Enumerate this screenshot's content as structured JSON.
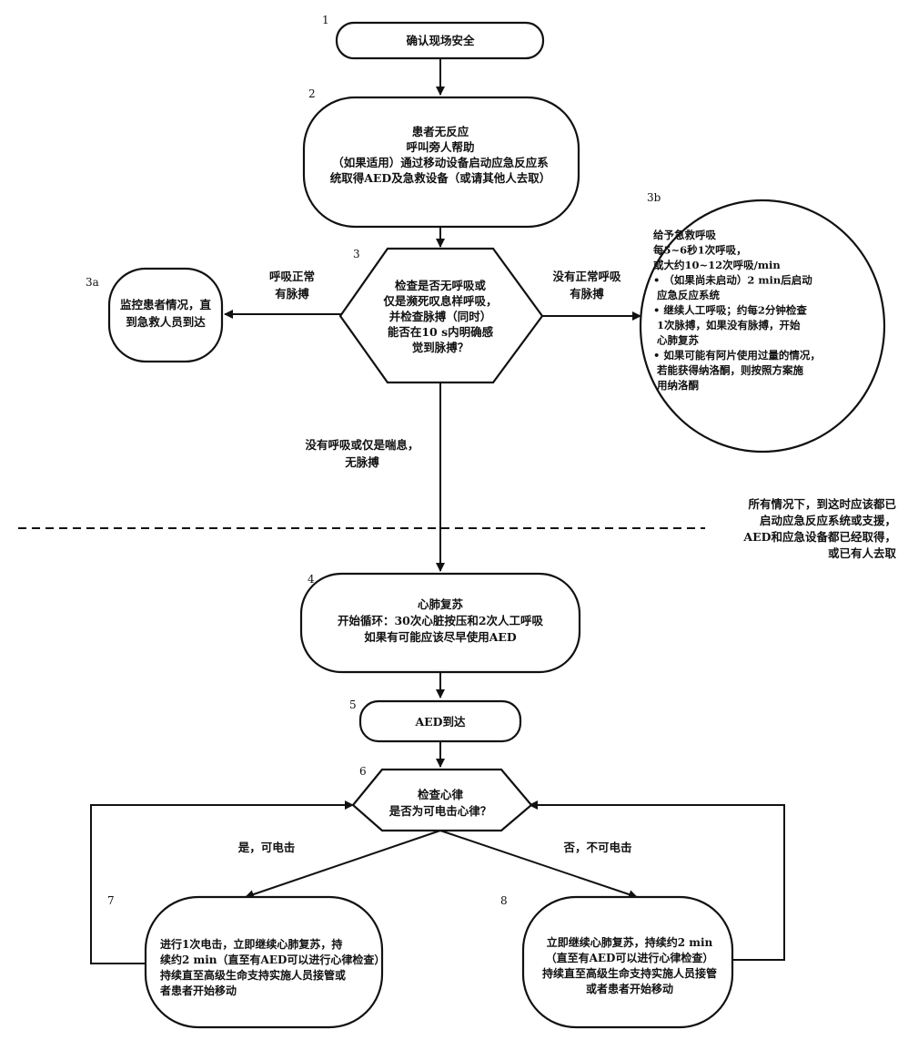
{
  "nodes": {
    "n1": {
      "num": "1",
      "lines": [
        "确认现场安全"
      ]
    },
    "n2": {
      "num": "2",
      "lines": [
        "患者无反应",
        "呼叫旁人帮助",
        "（如果适用）通过移动设备启动应急反应系",
        "统取得AED及急救设备（或请其他人去取）"
      ]
    },
    "n3": {
      "num": "3",
      "lines": [
        "检查是否无呼吸或",
        "仅是濒死叹息样呼吸，",
        "并检查脉搏（同时）",
        "能否在10 s内明确感",
        "觉到脉搏？"
      ]
    },
    "n3a": {
      "num": "3a",
      "lines": [
        "监控患者情况，直",
        "到急救人员到达"
      ]
    },
    "n3b": {
      "num": "3b",
      "lines": [
        "给予急救呼吸",
        "每5~6秒1次呼吸，",
        "或大约10~12次呼吸/min",
        "• （如果尚未启动）2 min后启动",
        "  应急反应系统",
        "• 继续人工呼吸；约每2分钟检查",
        "  1次脉搏，如果没有脉搏，开始",
        "  心肺复苏",
        "• 如果可能有阿片使用过量的情况，",
        "  若能获得纳洛酮，则按照方案施",
        "  用纳洛酮"
      ]
    },
    "n4": {
      "num": "4",
      "lines": [
        "心肺复苏",
        "开始循环：30次心脏按压和2次人工呼吸",
        "如果有可能应该尽早使用AED"
      ]
    },
    "n5": {
      "num": "5",
      "lines": [
        "AED到达"
      ]
    },
    "n6": {
      "num": "6",
      "lines": [
        "检查心律",
        "是否为可电击心律？"
      ]
    },
    "n7": {
      "num": "7",
      "lines": [
        "进行1次电击，立即继续心肺复苏，持",
        "续约2 min（直至有AED可以进行心律检查）",
        "持续直至高级生命支持实施人员接管或",
        "者患者开始移动"
      ]
    },
    "n8": {
      "num": "8",
      "lines": [
        "立即继续心肺复苏，持续约2 min",
        "（直至有AED可以进行心律检查）",
        "持续直至高级生命支持实施人员接管",
        "或者患者开始移动"
      ]
    }
  },
  "edges": {
    "left_label": [
      "呼吸正常",
      "有脉搏"
    ],
    "right_label": [
      "没有正常呼吸",
      "有脉搏"
    ],
    "down_label": [
      "没有呼吸或仅是喘息，",
      "无脉搏"
    ],
    "shock_label": [
      "是，可电击"
    ],
    "noshock_label": [
      "否，不可电击"
    ]
  },
  "divider_note": [
    "所有情况下，到这时应该都已",
    "启动应急反应系统或支援，",
    "AED和应急设备都已经取得，",
    "或已有人去取"
  ]
}
